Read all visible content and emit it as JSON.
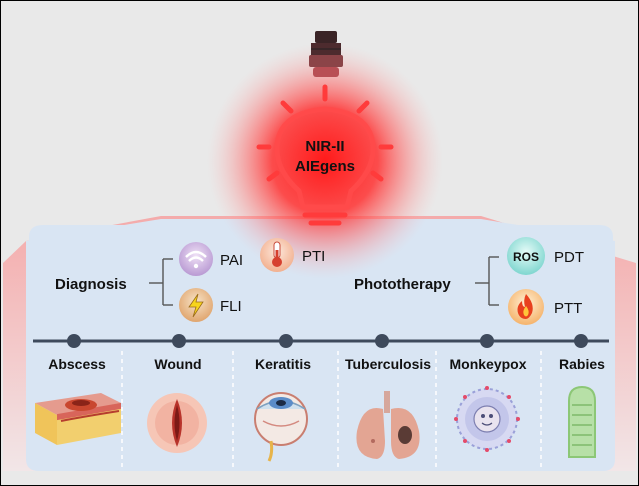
{
  "center": {
    "line1": "NIR-II",
    "line2": "AIEgens"
  },
  "diagnosis": {
    "label": "Diagnosis",
    "items": [
      {
        "label": "PAI",
        "icon": "wifi-signal-icon"
      },
      {
        "label": "PTI",
        "icon": "thermometer-icon"
      },
      {
        "label": "FLI",
        "icon": "lightning-bolt-icon"
      }
    ]
  },
  "phototherapy": {
    "label": "Phototherapy",
    "items": [
      {
        "label": "PDT",
        "icon_text": "ROS"
      },
      {
        "label": "PTT",
        "icon": "flame-icon"
      }
    ]
  },
  "diseases": [
    {
      "label": "Abscess",
      "icon": "skin-tissue-icon"
    },
    {
      "label": "Wound",
      "icon": "wound-icon"
    },
    {
      "label": "Keratitis",
      "icon": "eye-icon"
    },
    {
      "label": "Tuberculosis",
      "icon": "lungs-icon"
    },
    {
      "label": "Monkeypox",
      "icon": "virus-icon"
    },
    {
      "label": "Rabies",
      "icon": "rabies-virus-icon"
    }
  ],
  "colors": {
    "glow": "#ff2a2a",
    "panel": "#dbe6f3",
    "timeline": "#3e4a5c"
  }
}
